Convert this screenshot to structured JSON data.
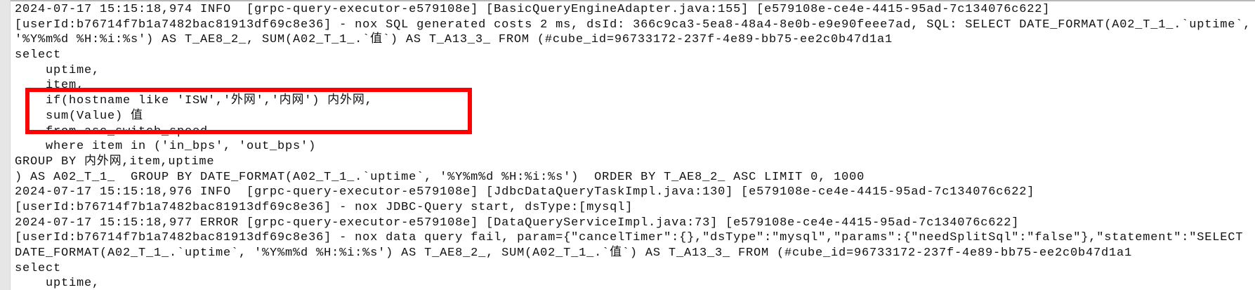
{
  "log_lines": [
    "2024-07-17 15:15:18,974 INFO  [grpc-query-executor-e579108e] [BasicQueryEngineAdapter.java:155] [e579108e-ce4e-4415-95ad-7c134076c622]",
    "[userId:b76714f7b1a7482bac81913df69c8e36] - nox SQL generated costs 2 ms, dsId: 366c9ca3-5ea8-48a4-8e0b-e9e90feee7ad, SQL: SELECT DATE_FORMAT(A02_T_1_.`uptime`,",
    "'%Y%m%d %H:%i:%s') AS T_AE8_2_, SUM(A02_T_1_.`值`) AS T_A13_3_ FROM (#cube_id=96733172-237f-4e89-bb75-ee2c0b47d1a1",
    "select",
    "    uptime,",
    "    item,",
    "    if(hostname like 'ISW','外网','内网') 内外网,",
    "    sum(Value) 值",
    "    from asc_switch_speed",
    "    where item in ('in_bps', 'out_bps')",
    "GROUP BY 内外网,item,uptime",
    ") AS A02_T_1_  GROUP BY DATE_FORMAT(A02_T_1_.`uptime`, '%Y%m%d %H:%i:%s')  ORDER BY T_AE8_2_ ASC LIMIT 0, 1000",
    "2024-07-17 15:15:18,976 INFO  [grpc-query-executor-e579108e] [JdbcDataQueryTaskImpl.java:130] [e579108e-ce4e-4415-95ad-7c134076c622]",
    "[userId:b76714f7b1a7482bac81913df69c8e36] - nox JDBC-Query start, dsType:[mysql]",
    "2024-07-17 15:15:18,977 ERROR [grpc-query-executor-e579108e] [DataQueryServiceImpl.java:73] [e579108e-ce4e-4415-95ad-7c134076c622]",
    "[userId:b76714f7b1a7482bac81913df69c8e36] - nox data query fail, param={\"cancelTimer\":{},\"dsType\":\"mysql\",\"params\":{\"needSplitSql\":\"false\"},\"statement\":\"SELECT",
    "DATE_FORMAT(A02_T_1_.`uptime`, '%Y%m%d %H:%i:%s') AS T_AE8_2_, SUM(A02_T_1_.`值`) AS T_A13_3_ FROM (#cube_id=96733172-237f-4e89-bb75-ee2c0b47d1a1",
    "select",
    "    uptime,"
  ],
  "highlight_color": "#ff0000"
}
